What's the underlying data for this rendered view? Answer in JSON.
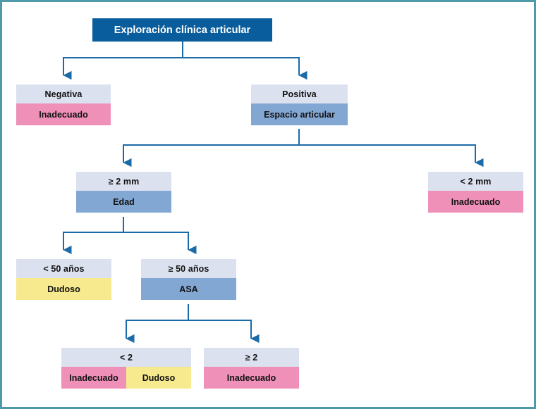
{
  "figure": {
    "title": "Exploración clínica articular",
    "border_color": "#4E9AA8",
    "background": "#ffffff",
    "connector_color": "#1B6BA8"
  },
  "palette": {
    "root_fill": "#0A5D9C",
    "root_text": "#ffffff",
    "header_fill": "#DCE1EF",
    "decision_fill": "#83A7D3",
    "inadequate_fill": "#EE90B8",
    "doubtful_fill": "#F7E98E",
    "label_text": "#111111"
  },
  "legend_terms": {
    "inadequate": "Inadecuado",
    "doubtful": "Dudoso"
  },
  "nodes": {
    "root": {
      "label": "Exploración clínica articular"
    },
    "negativa": {
      "header": "Negativa",
      "outcome": "Inadecuado"
    },
    "positiva": {
      "header": "Positiva",
      "decision": "Espacio articular"
    },
    "ge2mm": {
      "header": "≥ 2 mm",
      "decision": "Edad"
    },
    "lt2mm": {
      "header": "< 2 mm",
      "outcome": "Inadecuado"
    },
    "lt50": {
      "header": "< 50 años",
      "outcome": "Dudoso"
    },
    "ge50": {
      "header": "≥ 50 años",
      "decision": "ASA"
    },
    "asa_lt2": {
      "header": "< 2",
      "outcome_left": "Inadecuado",
      "outcome_right": "Dudoso"
    },
    "asa_ge2": {
      "header": "≥ 2",
      "outcome": "Inadecuado"
    }
  }
}
